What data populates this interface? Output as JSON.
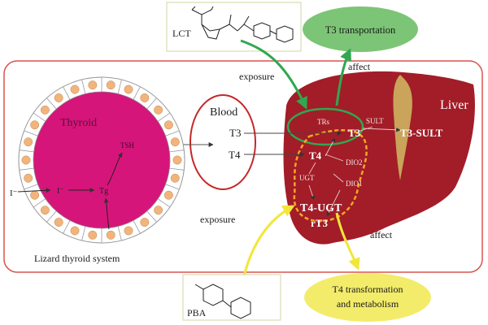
{
  "colors": {
    "frame": "#d9534f",
    "thyroid_fill": "#d6157b",
    "follicle_ring": "#ffffff",
    "follicle_dot": "#f2b47a",
    "liver_fill": "#a21d28",
    "gallbladder": "#c9a45a",
    "green_bubble": "#7cc576",
    "yellow_bubble": "#f3ec6a",
    "green_arrow": "#2fa84f",
    "yellow_arrow": "#f2e63a",
    "orange_dashed": "#f5a623",
    "blood_ring": "#c62828"
  },
  "labels": {
    "lct": "LCT",
    "pba": "PBA",
    "t3_transportation": "T3 transportation",
    "t4_transformation": "T4 transformation",
    "and_metabolism": "and metabolism",
    "exposure_top": "exposure",
    "exposure_bottom": "exposure",
    "affect_top": "affect",
    "affect_bottom": "affect",
    "thyroid": "Thyroid",
    "lizard_thyroid_system": "Lizard thyroid system",
    "iodide_external": "I⁻",
    "iodide_internal": "I⁻",
    "tg": "Tg",
    "tsh": "TSH",
    "blood": "Blood",
    "blood_t3": "T3",
    "blood_t4": "T4",
    "liver": "Liver",
    "trs": "TRs",
    "liver_t3": "T3",
    "sult": "SULT",
    "t3_sult": "T3-SULT",
    "liver_t4": "T4",
    "dio2": "DIO2",
    "dio1": "DIO1",
    "ugt": "UGT",
    "t4_ugt": "T4-UGT",
    "rt3": "rT3"
  }
}
